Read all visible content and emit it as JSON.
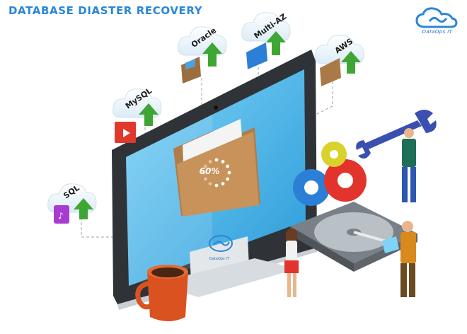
{
  "header": {
    "title": "DATABASE DIASTER RECOVERY"
  },
  "brand": {
    "name": "DataOps IT",
    "color": "#2b86d8"
  },
  "monitor": {
    "progress_label": "60%",
    "progress": 0.6
  },
  "clouds": [
    {
      "label": "SQL",
      "icon": "music-file-icon"
    },
    {
      "label": "MySQL",
      "icon": "video-file-icon"
    },
    {
      "label": "Oracle",
      "icon": "image-file-icon"
    },
    {
      "label": "Multi-AZ",
      "icon": "blue-folder-icon"
    },
    {
      "label": "AWS",
      "icon": "folder-icon"
    }
  ]
}
